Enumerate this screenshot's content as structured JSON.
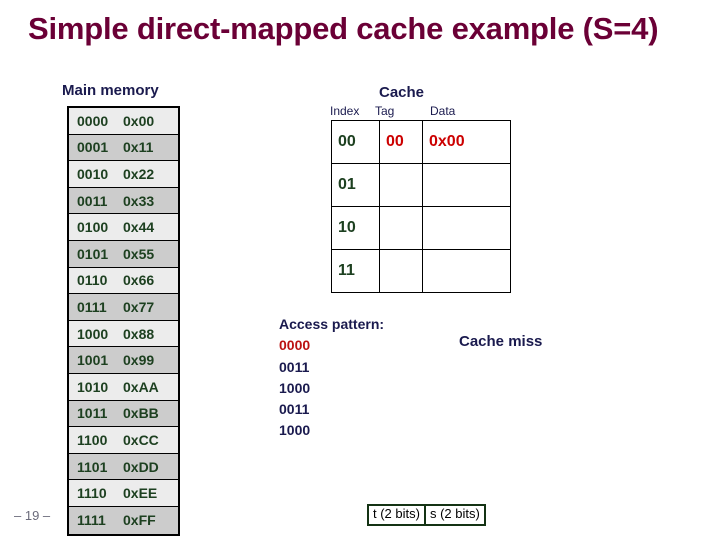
{
  "slide": {
    "title": "Simple direct-mapped cache example (S=4)",
    "page_number": "– 19 –"
  },
  "main_memory": {
    "label": "Main memory",
    "rows": [
      {
        "address": "0000",
        "value": "0x00"
      },
      {
        "address": "0001",
        "value": "0x11"
      },
      {
        "address": "0010",
        "value": "0x22"
      },
      {
        "address": "0011",
        "value": "0x33"
      },
      {
        "address": "0100",
        "value": "0x44"
      },
      {
        "address": "0101",
        "value": "0x55"
      },
      {
        "address": "0110",
        "value": "0x66"
      },
      {
        "address": "0111",
        "value": "0x77"
      },
      {
        "address": "1000",
        "value": "0x88"
      },
      {
        "address": "1001",
        "value": "0x99"
      },
      {
        "address": "1010",
        "value": "0xAA"
      },
      {
        "address": "1011",
        "value": "0xBB"
      },
      {
        "address": "1100",
        "value": "0xCC"
      },
      {
        "address": "1101",
        "value": "0xDD"
      },
      {
        "address": "1110",
        "value": "0xEE"
      },
      {
        "address": "1111",
        "value": "0xFF"
      }
    ]
  },
  "cache": {
    "label": "Cache",
    "headers": {
      "index": "Index",
      "tag": "Tag",
      "data": "Data"
    },
    "rows": [
      {
        "index": "00",
        "tag": "00",
        "data": "0x00"
      },
      {
        "index": "01",
        "tag": "",
        "data": ""
      },
      {
        "index": "10",
        "tag": "",
        "data": ""
      },
      {
        "index": "11",
        "tag": "",
        "data": ""
      }
    ]
  },
  "access_pattern": {
    "label": "Access pattern:",
    "entries": [
      {
        "value": "0000",
        "current": true
      },
      {
        "value": "0011",
        "current": false
      },
      {
        "value": "1000",
        "current": false
      },
      {
        "value": "0011",
        "current": false
      },
      {
        "value": "1000",
        "current": false
      }
    ],
    "result": "Cache miss"
  },
  "bitfield": {
    "fields": [
      "t (2 bits)",
      "s (2 bits)"
    ]
  },
  "colors": {
    "title": "#6b0036",
    "navy": "#1a1a4e",
    "green": "#1d4020",
    "red": "#cc0000",
    "row_light": "#ececec",
    "row_dark": "#cccccc"
  }
}
